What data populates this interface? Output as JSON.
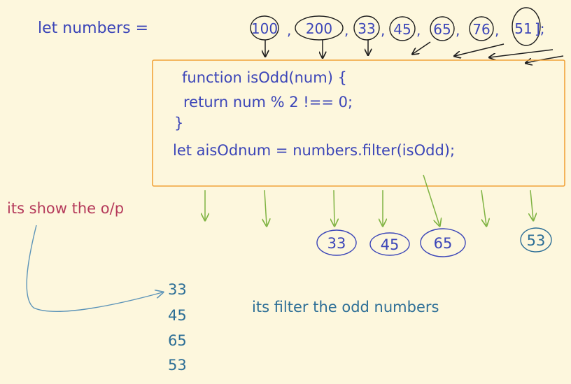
{
  "colors": {
    "background": "#fdf7dd",
    "blue_text": "#3b45b8",
    "teal_text": "#2c6e96",
    "pink_text": "#b53a5b",
    "box_border": "#f2a33a",
    "green_arrow": "#7fb342",
    "black_ink": "#1e1e1e"
  },
  "array_line": {
    "prefix": "let numbers =",
    "values": [
      "100",
      "200",
      "33",
      "45",
      "65",
      "76",
      "51"
    ],
    "suffix": "];"
  },
  "code_box": {
    "lines": [
      "function isOdd(num) {",
      "return num % 2 !== 0;",
      "}",
      "let aisOdnum = numbers.filter(isOdd);"
    ]
  },
  "output_label": "its show the o/p",
  "filtered_values": [
    "33",
    "45",
    "65",
    "53"
  ],
  "output_list": [
    "33",
    "45",
    "65",
    "53"
  ],
  "filter_note": "its filter the odd numbers"
}
